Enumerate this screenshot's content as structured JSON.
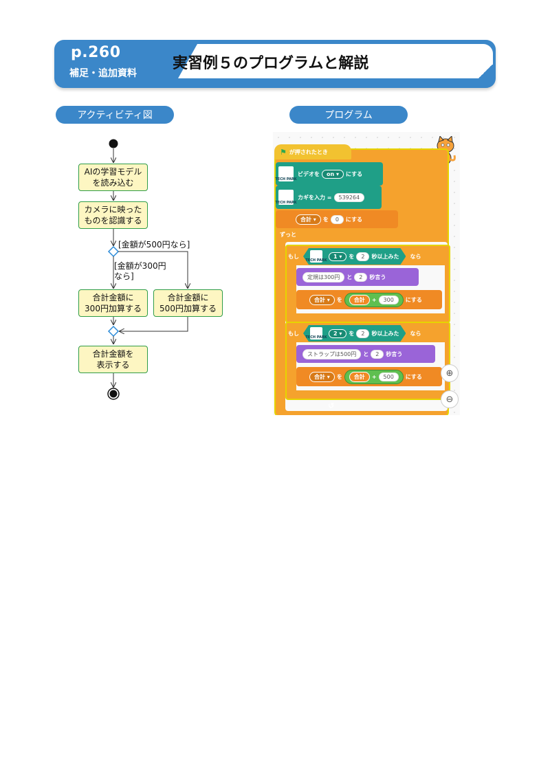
{
  "header": {
    "page_ref": "p.260",
    "subtitle": "補足・追加資料",
    "title": "実習例５のプログラムと解説"
  },
  "sections": {
    "activity_label": "アクティビティ図",
    "program_label": "プログラム"
  },
  "activity": {
    "step1": "AIの学習モデル\nを読み込む",
    "step2": "カメラに映った\nものを認識する",
    "guard_500": "[金額が500円なら]",
    "guard_300": "[金額が300円\nなら]",
    "branch_300": "合計金額に\n300円加算する",
    "branch_500": "合計金額に\n500円加算する",
    "final": "合計金額を\n表示する"
  },
  "program": {
    "hat": "が押されたとき",
    "logo_text": "TECH PARK",
    "video_prefix": "ビデオを",
    "video_value": "on ▾",
    "video_suffix": "にする",
    "key_label": "カギを入力 =",
    "key_value": "539264",
    "var_name": "合計 ▾",
    "to": "を",
    "set_value": "0",
    "set_suffix": "にする",
    "forever": "ずっと",
    "if1": {
      "if_label": "もし",
      "class_dd": "1 ▾",
      "wo": "を",
      "secs": "2",
      "cond_suffix": "秒以上みた",
      "then": "なら",
      "say_text": "定規は300円",
      "and": "と",
      "say_secs": "2",
      "say_suffix": "秒言う",
      "var_dd": "合計 ▾",
      "sum_var": "合計",
      "plus": "+",
      "add_value": "300",
      "set_suffix": "にする"
    },
    "if2": {
      "if_label": "もし",
      "class_dd": "2 ▾",
      "wo": "を",
      "secs": "2",
      "cond_suffix": "秒以上みた",
      "then": "なら",
      "say_text": "ストラップは500円",
      "and": "と",
      "say_secs": "2",
      "say_suffix": "秒言う",
      "var_dd": "合計 ▾",
      "sum_var": "合計",
      "plus": "+",
      "add_value": "500",
      "set_suffix": "にする"
    },
    "zoom_in": "⊕",
    "zoom_out": "⊖",
    "loop_arrow": "↺"
  },
  "colors": {
    "header_blue": "#3b87c9",
    "activity_fill": "#fdf6c2",
    "activity_border": "#2e9c47",
    "diamond_border": "#2a8ad8",
    "event_yellow": "#f2c230",
    "control_orange": "#f5a22d",
    "variable_orange": "#f08a24",
    "looks_purple": "#9a64d8",
    "extension_teal": "#1f9f87",
    "operator_green": "#5fbf50"
  }
}
